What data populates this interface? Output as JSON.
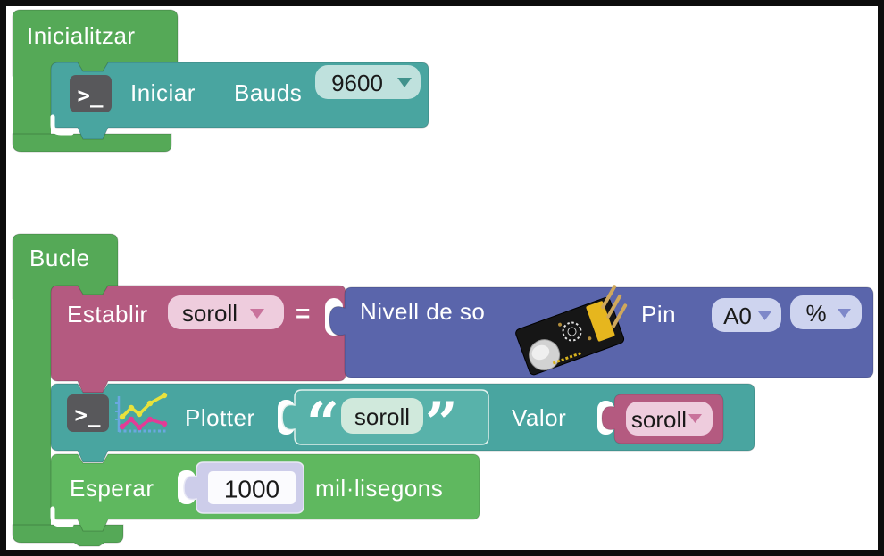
{
  "colors": {
    "container_green": "#55a957",
    "statement_green": "#5fb85f",
    "teal": "#49a5a0",
    "teal_light": "#58b2aa",
    "teal_dropdown": "#bfe1dd",
    "field_mint": "#d0e9dc",
    "pink": "#b45a80",
    "pink_light": "#eeccdd",
    "blue": "#5a65ab",
    "lavender_light": "#ced4ef",
    "number_outer": "#cdcdea",
    "number_field": "#fbfbfe",
    "icon_gray": "#58585b",
    "canvas_border": "#0d0d0d"
  },
  "blocks": {
    "inicialitzar": {
      "title": "Inicialitzar"
    },
    "iniciar_bauds": {
      "terminal_glyph": ">_",
      "label_iniciar": "Iniciar",
      "label_bauds": "Bauds",
      "baud_rate": "9600"
    },
    "bucle": {
      "title": "Bucle"
    },
    "establir": {
      "label": "Establir",
      "variable": "soroll",
      "equals_sign": "="
    },
    "nivell_de_so": {
      "label": "Nivell de so",
      "pin_label": "Pin",
      "pin": "A0",
      "unit": "%"
    },
    "plotter": {
      "terminal_glyph": ">_",
      "label": "Plotter",
      "quote_open": "“",
      "string_value": "soroll",
      "quote_close": "”",
      "valor_label": "Valor",
      "valor_variable": "soroll"
    },
    "esperar": {
      "label": "Esperar",
      "milliseconds": "1000",
      "unit_label": "mil·lisegons"
    }
  }
}
